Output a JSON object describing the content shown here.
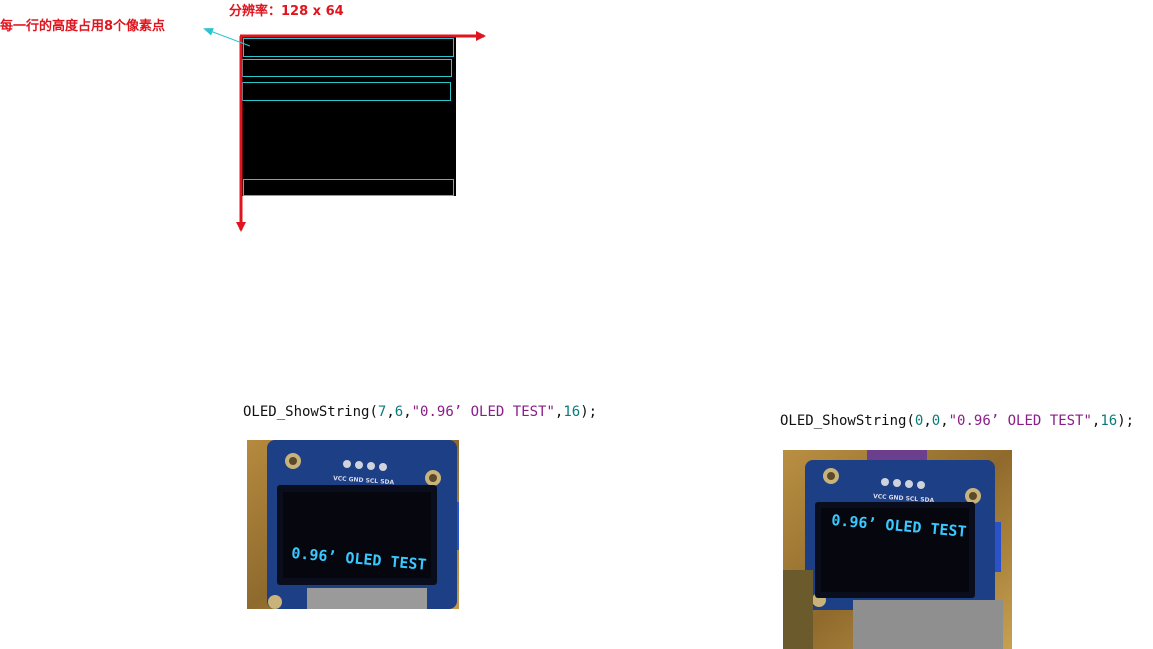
{
  "diagram": {
    "resolution_label": "分辨率：128 x 64",
    "row_height_label": "每一行的高度占用8个像素点"
  },
  "colors": {
    "annotation_red": "#e0141e",
    "row_outline_cyan": "#2ec4cf",
    "oled_text_blue": "#39c9ff",
    "screen_black": "#000000"
  },
  "examples": [
    {
      "code": {
        "func": "OLED_ShowString",
        "open": "(",
        "x": "7",
        "y": "6",
        "str": "\"0.96’ OLED TEST\"",
        "size": "16",
        "close": ");"
      },
      "display_text": "0.96’ OLED TEST",
      "pins": "VCC GND SCL SDA"
    },
    {
      "code": {
        "func": "OLED_ShowString",
        "open": "(",
        "x": "0",
        "y": "0",
        "str": "\"0.96’ OLED TEST\"",
        "size": "16",
        "close": ");"
      },
      "display_text": "0.96’ OLED TEST",
      "pins": "VCC GND SCL SDA"
    }
  ]
}
